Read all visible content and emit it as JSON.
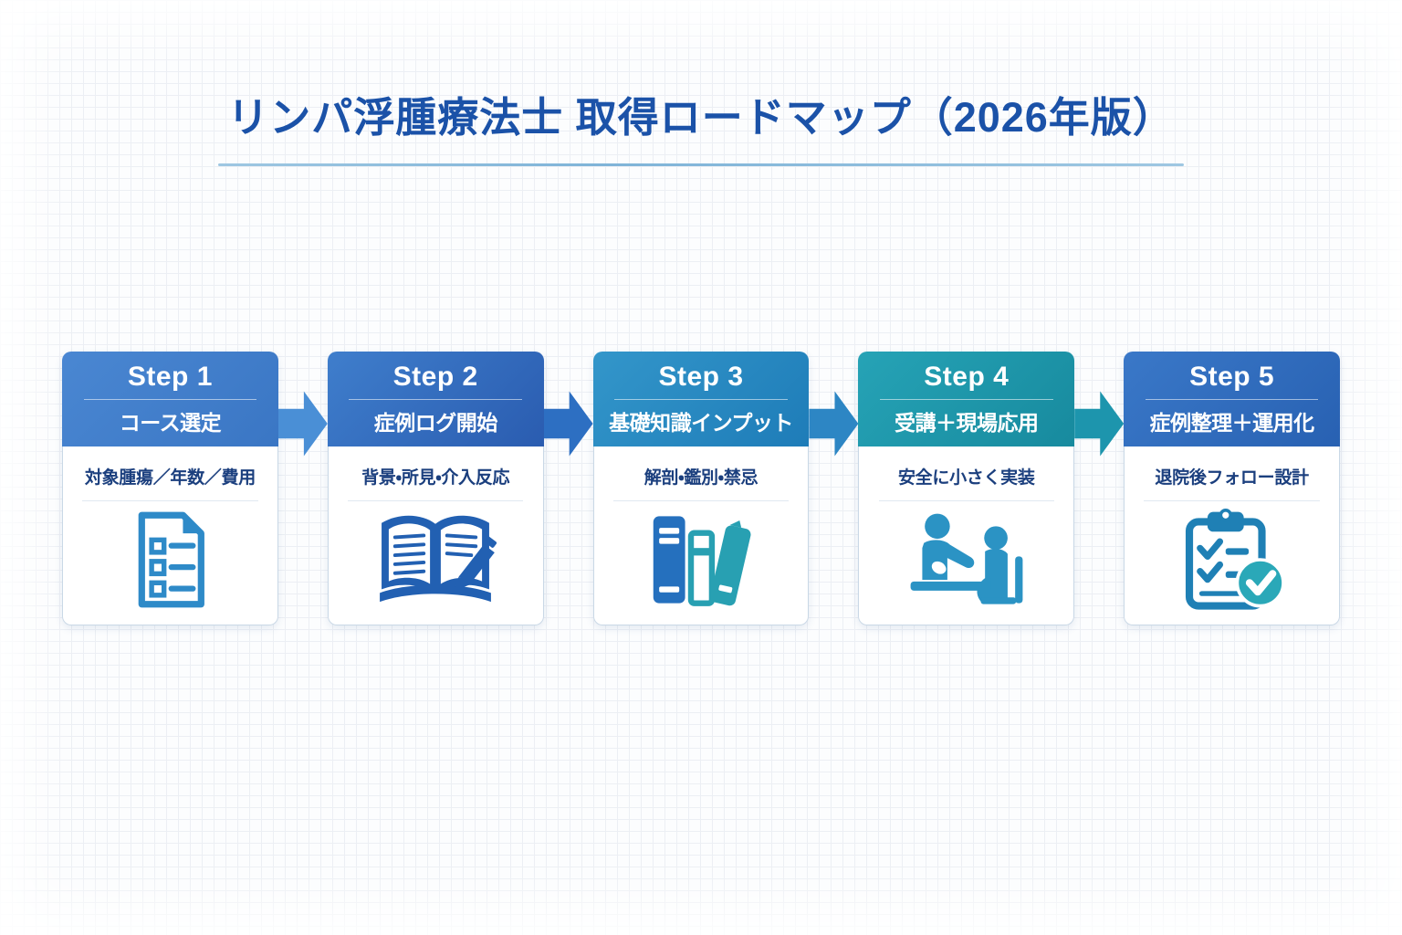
{
  "title": "リンパ浮腫療法士 取得ロードマップ（2026年版）",
  "steps": [
    {
      "label": "Step 1",
      "title": "コース選定",
      "subtitle": "対象腫瘍／年数／費用",
      "icon": "checklist-document-icon",
      "header_color": "#3e7cc9",
      "icon_color": "#2e8ac8"
    },
    {
      "label": "Step 2",
      "title": "症例ログ開始",
      "subtitle": "背景・所見・介入反応",
      "icon": "open-book-pencil-icon",
      "header_color": "#2e62b4",
      "icon_color": "#2260b2"
    },
    {
      "label": "Step 3",
      "title": "基礎知識インプット",
      "subtitle": "解剖・鑑別・禁忌",
      "icon": "books-icon",
      "header_color": "#2386c0",
      "icon_color": "#2570be",
      "icon_color_2": "#28a0b2"
    },
    {
      "label": "Step 4",
      "title": "受講＋現場応用",
      "subtitle": "安全に小さく実装",
      "icon": "consultation-people-icon",
      "header_color": "#1e95aa",
      "icon_color": "#2b93c4"
    },
    {
      "label": "Step 5",
      "title": "症例整理＋運用化",
      "subtitle": "退院後フォロー設計",
      "icon": "clipboard-check-icon",
      "header_color": "#2c68b6",
      "icon_color": "#1f80b5",
      "icon_color_2": "#2aa8b8"
    }
  ],
  "arrows": [
    {
      "color": "#4a8fd6"
    },
    {
      "color": "#2d6fc2"
    },
    {
      "color": "#2d86c4"
    },
    {
      "color": "#1d95ad"
    }
  ],
  "colors": {
    "title_text": "#1b52a8",
    "title_underline": "#8cbbdc",
    "card_border": "#c9d8e6",
    "subtitle_text": "#1b3f7e",
    "background": "#fcfdfe",
    "grid_line": "#eceff4"
  }
}
